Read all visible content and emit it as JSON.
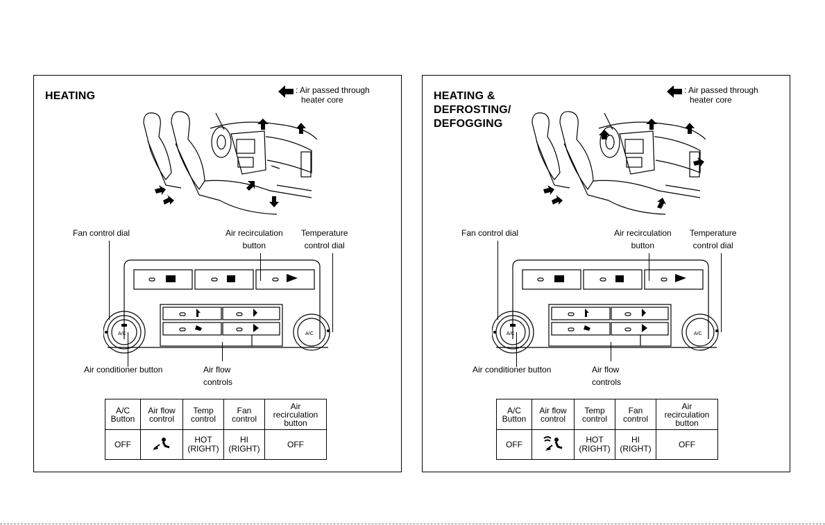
{
  "panels": [
    {
      "title_lines": [
        "HEATING"
      ],
      "legend_text": [
        ": Air passed through",
        "heater core"
      ],
      "labels": {
        "fan_control_dial": "Fan control dial",
        "air_recirculation_button": [
          "Air recirculation",
          "button"
        ],
        "temperature_control_dial": [
          "Temperature",
          "control dial"
        ],
        "air_conditioner_button": "Air conditioner button",
        "air_flow_controls": [
          "Air flow",
          "controls"
        ]
      },
      "table": {
        "headers": [
          [
            "A/C",
            "Button"
          ],
          [
            "Air flow",
            "control"
          ],
          [
            "Temp",
            "control"
          ],
          [
            "Fan",
            "control"
          ],
          [
            "Air",
            "recirculation",
            "button"
          ]
        ],
        "values": [
          "OFF",
          "floor-vent-icon",
          [
            "HOT",
            "(RIGHT)"
          ],
          [
            "HI",
            "(RIGHT)"
          ],
          "OFF"
        ]
      }
    },
    {
      "title_lines": [
        "HEATING &",
        "DEFROSTING/",
        "DEFOGGING"
      ],
      "legend_text": [
        ": Air passed through",
        "heater core"
      ],
      "labels": {
        "fan_control_dial": "Fan control dial",
        "air_recirculation_button": [
          "Air recirculation",
          "button"
        ],
        "temperature_control_dial": [
          "Temperature",
          "control dial"
        ],
        "air_conditioner_button": "Air conditioner button",
        "air_flow_controls": [
          "Air flow",
          "controls"
        ]
      },
      "table": {
        "headers": [
          [
            "A/C",
            "Button"
          ],
          [
            "Air flow",
            "control"
          ],
          [
            "Temp",
            "control"
          ],
          [
            "Fan",
            "control"
          ],
          [
            "Air",
            "recirculation",
            "button"
          ]
        ],
        "values": [
          "OFF",
          "floor-defrost-vent-icon",
          [
            "HOT",
            "(RIGHT)"
          ],
          [
            "HI",
            "(RIGHT)"
          ],
          "OFF"
        ]
      }
    }
  ],
  "control_panel_text": {
    "ac_label": "A/C"
  }
}
